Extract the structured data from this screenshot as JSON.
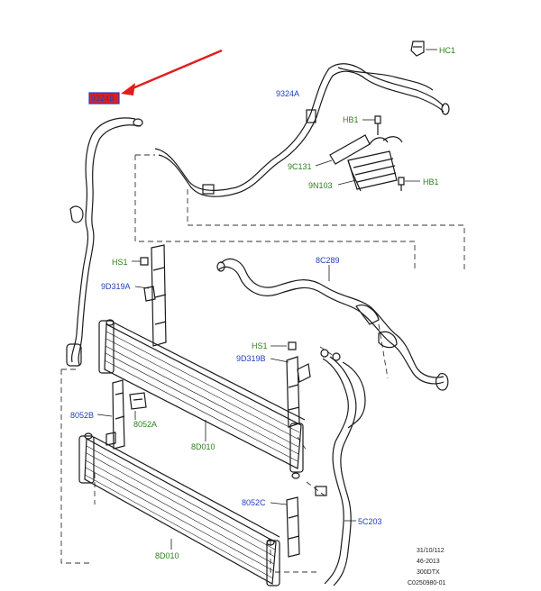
{
  "callouts": {
    "hc1": "HC1",
    "p9324a": "9324A",
    "hb1_top": "HB1",
    "p9c131": "9C131",
    "p9n103": "9N103",
    "hb1_right": "HB1",
    "p9324b": "9324B",
    "p8c289": "8C289",
    "hs1_top": "HS1",
    "p9d319a": "9D319A",
    "hs1_mid": "HS1",
    "p9d319b": "9D319B",
    "p8052b": "8052B",
    "p8052a": "8052A",
    "p8d010_upper": "8D010",
    "p8052c": "8052C",
    "p5c203": "5C203",
    "p8d010_lower": "8D010"
  },
  "code_block": {
    "line1": "31/10/112",
    "line2": "46-2013",
    "line3": "300DTX",
    "line4": "C0250980-01"
  },
  "colors": {
    "callout_blue": "#1f3fbf",
    "callout_green": "#2f7d1f",
    "highlight_arrow": "#e01e1e",
    "highlight_fill": "#e01e1e"
  }
}
